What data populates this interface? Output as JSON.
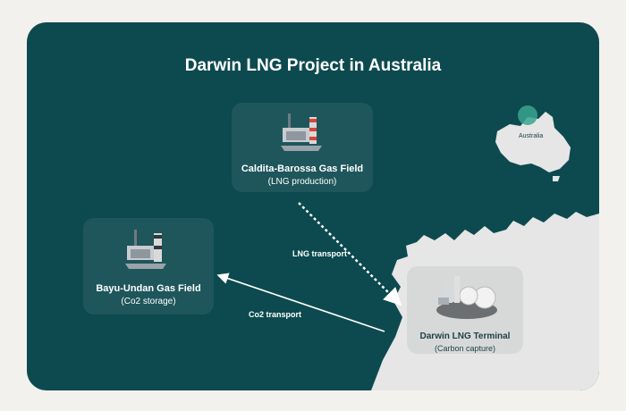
{
  "title": "Darwin LNG Project in Australia",
  "inset_map": {
    "label": "Australia"
  },
  "nodes": {
    "caldita": {
      "name": "Caldita-Barossa Gas Field",
      "role": "(LNG production)",
      "icon": "offshore-platform-icon"
    },
    "bayu": {
      "name": "Bayu-Undan Gas Field",
      "role": "(Co2 storage)",
      "icon": "offshore-platform-icon"
    },
    "darwin": {
      "name": "Darwin LNG Terminal",
      "role": "(Carbon capture)",
      "icon": "lng-terminal-icon"
    }
  },
  "edges": {
    "lng": {
      "label": "LNG transport",
      "style": "dotted"
    },
    "co2": {
      "label": "Co2 transport",
      "style": "solid"
    }
  },
  "colors": {
    "background": "#0d4a4f",
    "land": "#e6e6e6",
    "highlight": "#3aa38f",
    "text": "#ffffff"
  }
}
